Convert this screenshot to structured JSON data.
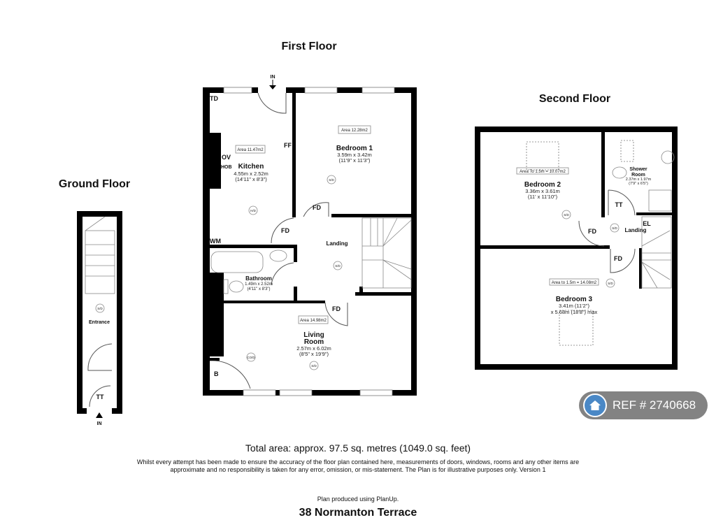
{
  "floors": {
    "ground": {
      "title": "Ground Floor",
      "rooms": {
        "entrance": "Entrance"
      },
      "labels": {
        "tt": "TT",
        "in": "IN",
        "sd": "S/D"
      }
    },
    "first": {
      "title": "First Floor",
      "rooms": {
        "kitchen": {
          "name": "Kitchen",
          "dim_m": "4.55m x 2.52m",
          "dim_ft": "(14'11\" x 8'3\")",
          "area": "Area 11.47m2"
        },
        "bedroom1": {
          "name": "Bedroom 1",
          "dim_m": "3.59m x 3.42m",
          "dim_ft": "(11'9\" x 11'3\")",
          "area": "Area 12.28m2"
        },
        "bathroom": {
          "name": "Bathroom",
          "dim_m": "1.49m x 2.52m",
          "dim_ft": "(4'11\" x 8'3\")"
        },
        "landing": {
          "name": "Landing"
        },
        "living": {
          "name_1": "Living",
          "name_2": "Room",
          "dim_m": "2.57m x 6.02m",
          "dim_ft": "(8'5\" x 19'9\")",
          "area": "Area 14.98m2"
        }
      },
      "labels": {
        "in": "IN",
        "td": "TD",
        "ff": "FF",
        "ov": "OV",
        "hob": "HOB",
        "wm": "WM",
        "fd": "FD",
        "b": "B",
        "sd": "S/D",
        "hd": "H/D",
        "co": "CO/D"
      }
    },
    "second": {
      "title": "Second Floor",
      "rooms": {
        "bedroom2": {
          "name": "Bedroom 2",
          "dim_m": "3.36m x 3.61m",
          "dim_ft": "(11' x 11'10\")",
          "area": "Area To 1.5m = 10.07m2"
        },
        "shower": {
          "name_1": "Shower",
          "name_2": "Room",
          "dim_m": "2.37m x 1.97m",
          "dim_ft": "(7'9\" x 6'5\")"
        },
        "landing": {
          "name": "Landing"
        },
        "bedroom3": {
          "name": "Bedroom 3",
          "dim_1": "3.41m (11'2\")",
          "dim_2": "x 5.68m (18'8\") max",
          "area": "Area to 1.5m = 14.08m2"
        }
      },
      "labels": {
        "tt": "TT",
        "el": "EL",
        "fd": "FD",
        "sd": "S/D"
      }
    }
  },
  "footer": {
    "total_area": "Total area: approx. 97.5 sq. metres (1049.0 sq. feet)",
    "disclaimer_1": "Whilst every attempt has been made to ensure the accuracy of the floor plan contained here, measurements of doors, windows, rooms and any other items are",
    "disclaimer_2": "approximate and no responsibility is taken for any error, omission, or mis-statement. The Plan is for illustrative purposes only. Version 1",
    "produced": "Plan produced using PlanUp.",
    "address": "38 Normanton Terrace"
  },
  "watermark": {
    "text": "REF # 2740668",
    "icon": "home-icon",
    "color": "#4a88c6"
  }
}
